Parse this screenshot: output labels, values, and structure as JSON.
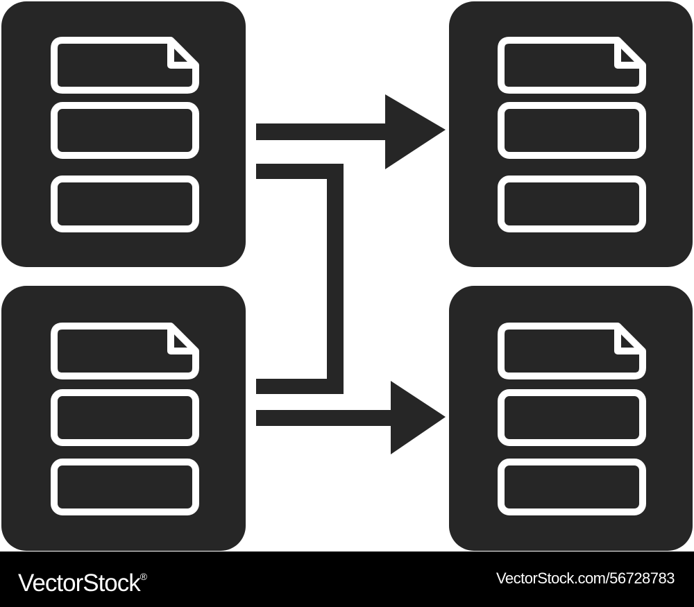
{
  "colors": {
    "server_tile": "#262626",
    "arrow": "#262626",
    "drive_outline": "#ffffff",
    "background": "#ffffff",
    "footer_background": "#000000",
    "footer_text": "#ffffff"
  },
  "icon": {
    "name": "database-replication-icon",
    "servers": [
      {
        "name": "source-server-top-icon",
        "drives": 3,
        "has_file_marker": true
      },
      {
        "name": "source-server-bottom-icon",
        "drives": 3,
        "has_file_marker": true
      },
      {
        "name": "target-server-top-icon",
        "drives": 3,
        "has_file_marker": true
      },
      {
        "name": "target-server-bottom-icon",
        "drives": 3,
        "has_file_marker": true
      }
    ],
    "connectors": [
      "arrow-right-icon",
      "elbow-connector-icon",
      "arrow-right-icon"
    ]
  },
  "footer": {
    "brand": "VectorStock",
    "brand_mark": "®",
    "image_id": "VectorStock.com/56728783"
  }
}
